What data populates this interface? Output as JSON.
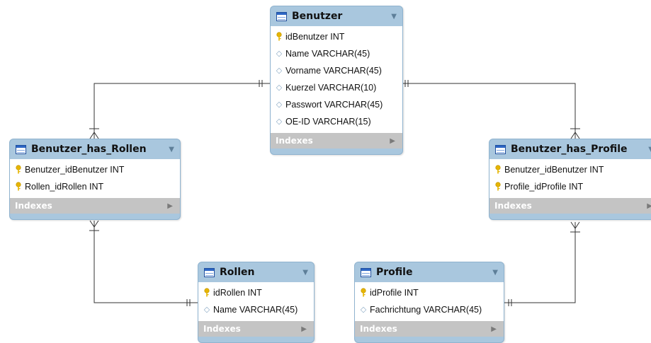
{
  "tables": {
    "benutzer": {
      "title": "Benutzer",
      "columns": [
        {
          "text": "idBenutzer INT",
          "icon": "key-icon"
        },
        {
          "text": "Name VARCHAR(45)",
          "icon": "diamond-icon"
        },
        {
          "text": "Vorname VARCHAR(45)",
          "icon": "diamond-icon"
        },
        {
          "text": "Kuerzel VARCHAR(10)",
          "icon": "diamond-icon"
        },
        {
          "text": "Passwort VARCHAR(45)",
          "icon": "diamond-icon"
        },
        {
          "text": "OE-ID VARCHAR(15)",
          "icon": "diamond-icon"
        }
      ],
      "indexes_label": "Indexes"
    },
    "benutzer_has_rollen": {
      "title": "Benutzer_has_Rollen",
      "columns": [
        {
          "text": "Benutzer_idBenutzer INT",
          "icon": "key-icon"
        },
        {
          "text": "Rollen_idRollen INT",
          "icon": "key-icon"
        }
      ],
      "indexes_label": "Indexes"
    },
    "benutzer_has_profile": {
      "title": "Benutzer_has_Profile",
      "columns": [
        {
          "text": "Benutzer_idBenutzer INT",
          "icon": "key-icon"
        },
        {
          "text": "Profile_idProfile INT",
          "icon": "key-icon"
        }
      ],
      "indexes_label": "Indexes"
    },
    "rollen": {
      "title": "Rollen",
      "columns": [
        {
          "text": "idRollen INT",
          "icon": "key-icon"
        },
        {
          "text": "Name VARCHAR(45)",
          "icon": "diamond-icon"
        }
      ],
      "indexes_label": "Indexes"
    },
    "profile": {
      "title": "Profile",
      "columns": [
        {
          "text": "idProfile INT",
          "icon": "key-icon"
        },
        {
          "text": "Fachrichtung VARCHAR(45)",
          "icon": "diamond-icon"
        }
      ],
      "indexes_label": "Indexes"
    }
  },
  "relationships": [
    {
      "from": "benutzer",
      "to": "benutzer_has_rollen",
      "from_end": "one",
      "to_end": "many"
    },
    {
      "from": "benutzer",
      "to": "benutzer_has_profile",
      "from_end": "one",
      "to_end": "many"
    },
    {
      "from": "rollen",
      "to": "benutzer_has_rollen",
      "from_end": "one",
      "to_end": "many"
    },
    {
      "from": "profile",
      "to": "benutzer_has_profile",
      "from_end": "one",
      "to_end": "many"
    }
  ],
  "colors": {
    "header": "#a9c7de",
    "indexes_bar": "#c4c4c4",
    "line": "#333333",
    "key": "#e6b500"
  }
}
